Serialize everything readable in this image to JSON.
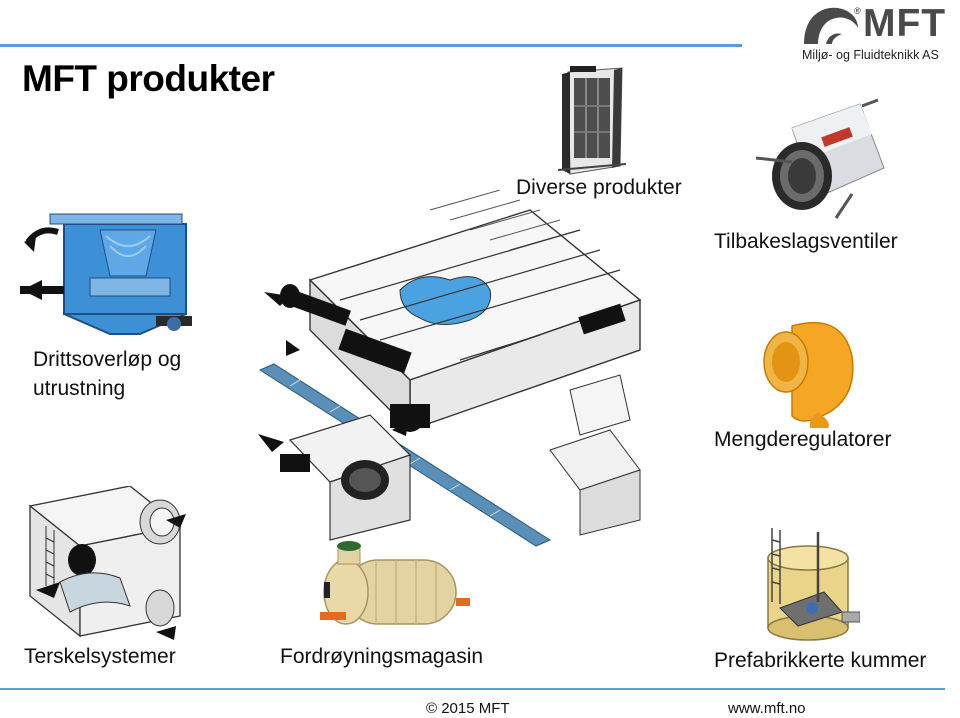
{
  "title": "MFT produkter",
  "logo": {
    "name": "MFT",
    "registered": "®",
    "subtitle": "Miljø- og Fluidteknikk AS"
  },
  "labels": {
    "diverse": "Diverse produkter",
    "tilbakeslag": "Tilbakeslagsventiler",
    "drittsoverlop_line1": "Drittsoverløp og",
    "drittsoverlop_line2": "utrustning",
    "mengderegulatorer": "Mengderegulatorer",
    "terskelsystemer": "Terskelsystemer",
    "fordroyning": "Fordrøyningsmagasin",
    "prefabrikkerte": "Prefabrikkerte kummer"
  },
  "footer": {
    "copyright": "© 2015 MFT",
    "url": "www.mft.no"
  },
  "colors": {
    "accent_line": "#5b9bd5",
    "blue_tank": "#3d8fd6",
    "orange": "#f5a623",
    "tan": "#e3d3a2"
  }
}
